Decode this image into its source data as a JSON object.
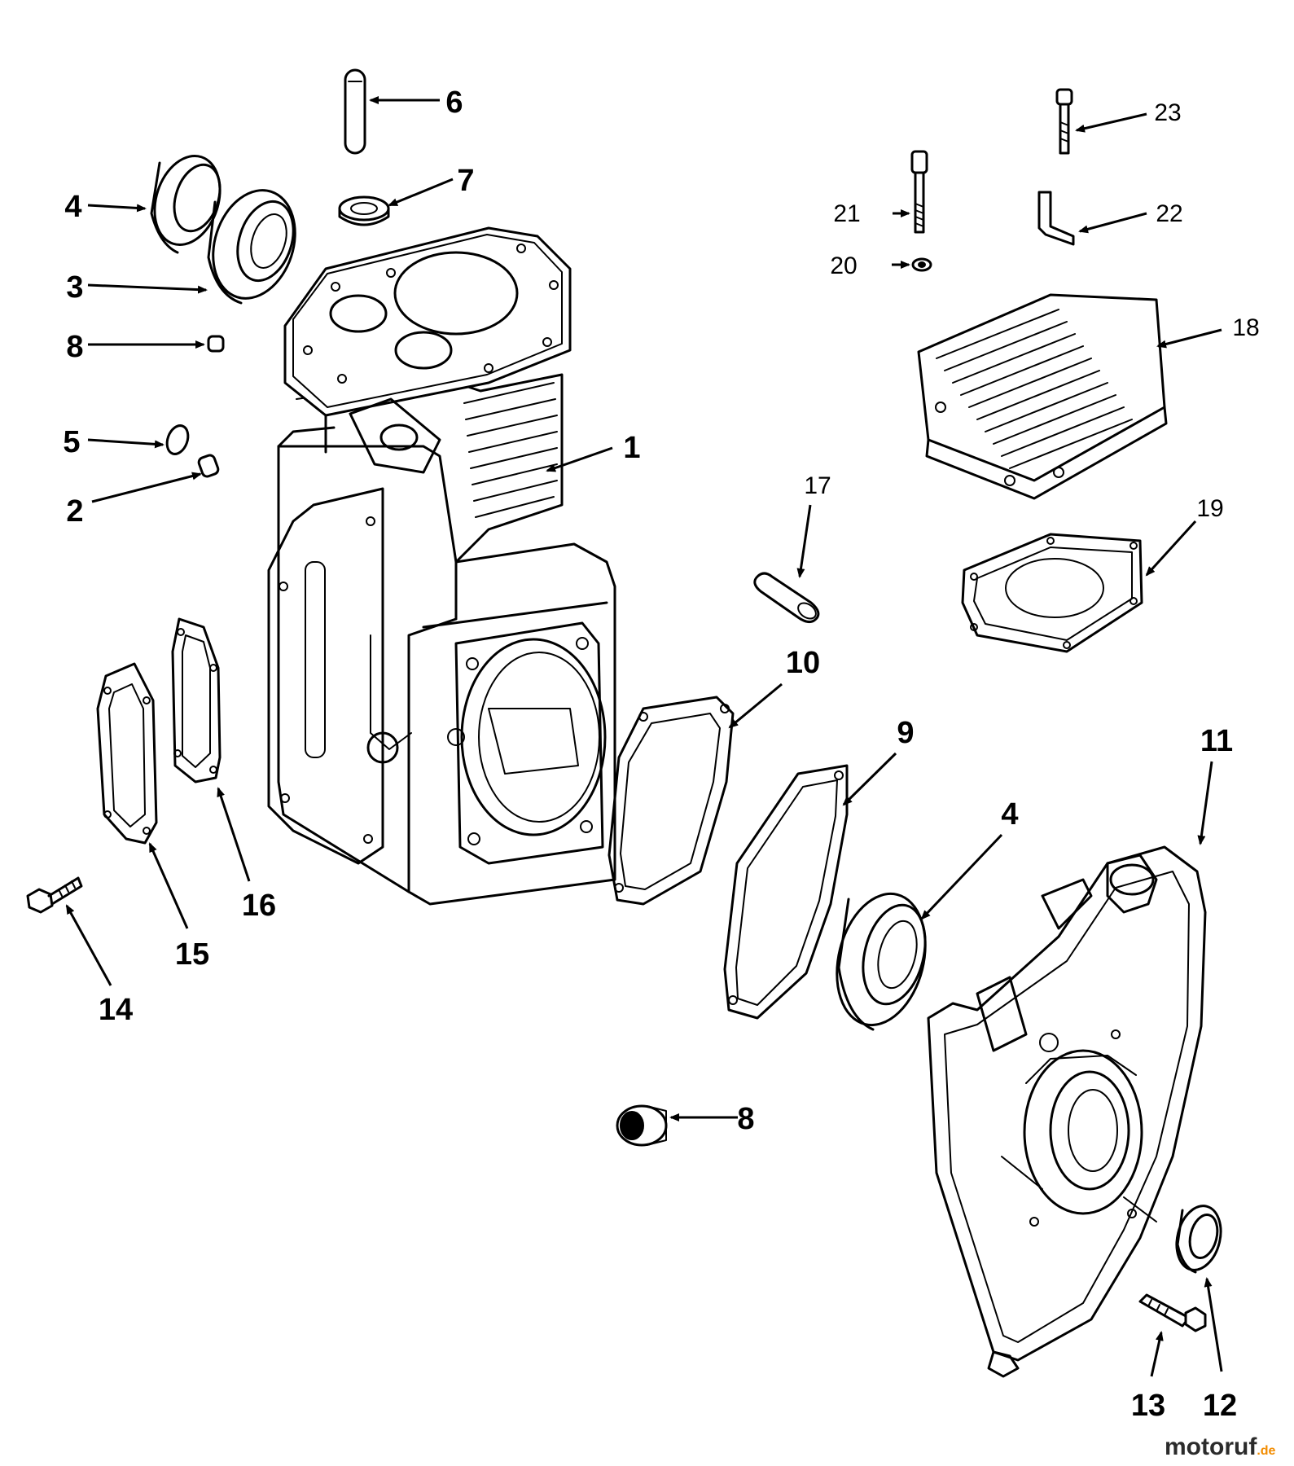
{
  "callouts": {
    "c1": "1",
    "c2": "2",
    "c3": "3",
    "c4a": "4",
    "c4b": "4",
    "c5": "5",
    "c6": "6",
    "c7": "7",
    "c8a": "8",
    "c8b": "8",
    "c9": "9",
    "c10": "10",
    "c11": "11",
    "c12": "12",
    "c13": "13",
    "c14": "14",
    "c15": "15",
    "c16": "16",
    "c17": "17",
    "c18": "18",
    "c19": "19",
    "c20": "20",
    "c21": "21",
    "c22": "22",
    "c23": "23"
  },
  "watermark": {
    "brand": "motoruf",
    "suffix": ".de"
  },
  "colors": {
    "ink": "#000000",
    "paper": "#ffffff",
    "wm_dark": "#2b2b2b",
    "wm_accent": "#f28c00"
  }
}
